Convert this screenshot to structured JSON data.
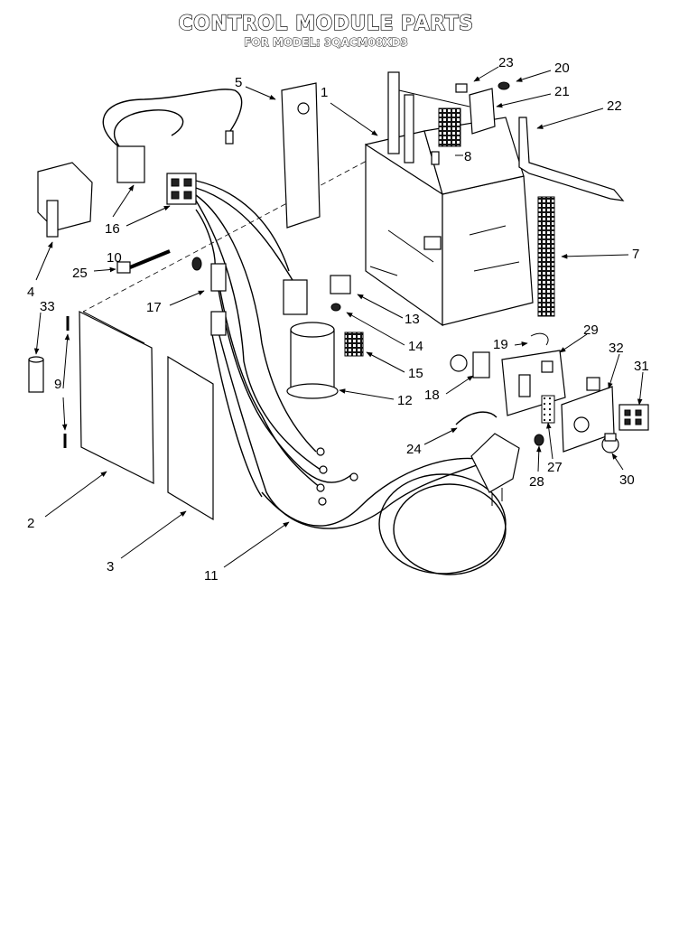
{
  "header": {
    "title": "CONTROL MODULE PARTS",
    "subtitle": "FOR MODEL: 3QACM08XD3"
  },
  "callouts": {
    "c1": "1",
    "c2": "2",
    "c3": "3",
    "c4": "4",
    "c5": "5",
    "c7": "7",
    "c8": "8",
    "c9": "9",
    "c10": "10",
    "c11": "11",
    "c12": "12",
    "c13": "13",
    "c14": "14",
    "c15": "15",
    "c16": "16",
    "c17": "17",
    "c18": "18",
    "c19": "19",
    "c20": "20",
    "c21": "21",
    "c22": "22",
    "c23": "23",
    "c24": "24",
    "c25": "25",
    "c27": "27",
    "c28": "28",
    "c29": "29",
    "c30": "30",
    "c31": "31",
    "c32": "32",
    "c33": "33"
  }
}
